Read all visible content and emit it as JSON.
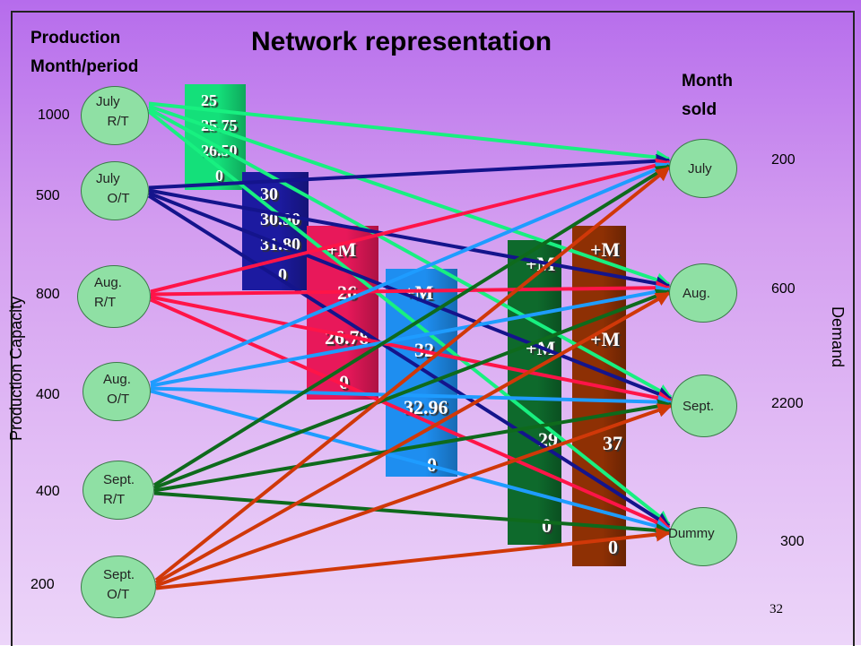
{
  "title": "Network   representation",
  "headers": {
    "production_line1": "Production",
    "production_line2": "Month/period",
    "sold_line1": "Month",
    "sold_line2": "sold"
  },
  "axis_labels": {
    "left": "Production Capacity",
    "right": "Demand"
  },
  "sources": [
    {
      "label": "July\n   R/T",
      "capacity": "1000"
    },
    {
      "label": "July\n   O/T",
      "capacity": "500"
    },
    {
      "label": "Aug.\nR/T",
      "capacity": "800"
    },
    {
      "label": "Aug.\n O/T",
      "capacity": "400"
    },
    {
      "label": "Sept.\nR/T",
      "capacity": "400"
    },
    {
      "label": "Sept.\n O/T",
      "capacity": "200"
    }
  ],
  "destinations": [
    {
      "label": "July",
      "demand": "200"
    },
    {
      "label": "Aug.",
      "demand": "600"
    },
    {
      "label": "Sept.",
      "demand": "2200"
    },
    {
      "label": "Dummy",
      "demand": "300"
    }
  ],
  "cost_bars": [
    {
      "color": "#14e07a",
      "values": [
        "25",
        "25.75",
        "26.50",
        "0"
      ]
    },
    {
      "color": "#1c1aa0",
      "values": [
        "30",
        "30.90",
        "31.80",
        "0"
      ]
    },
    {
      "color": "#e8185a",
      "values": [
        "+M",
        "26",
        "26.78",
        "0"
      ]
    },
    {
      "color": "#1e8ef0",
      "values": [
        "+M",
        "32",
        "32.96",
        "0"
      ]
    },
    {
      "color": "#0e6a2c",
      "values": [
        "+M",
        "+M",
        "29",
        "0"
      ]
    },
    {
      "color": "#8e3004",
      "values": [
        "+M",
        "+M",
        "37",
        "0"
      ]
    }
  ],
  "arc_colors": [
    "#18f080",
    "#14148c",
    "#ff1448",
    "#1e9cff",
    "#0e6a1c",
    "#d03808"
  ],
  "page_number": "32"
}
